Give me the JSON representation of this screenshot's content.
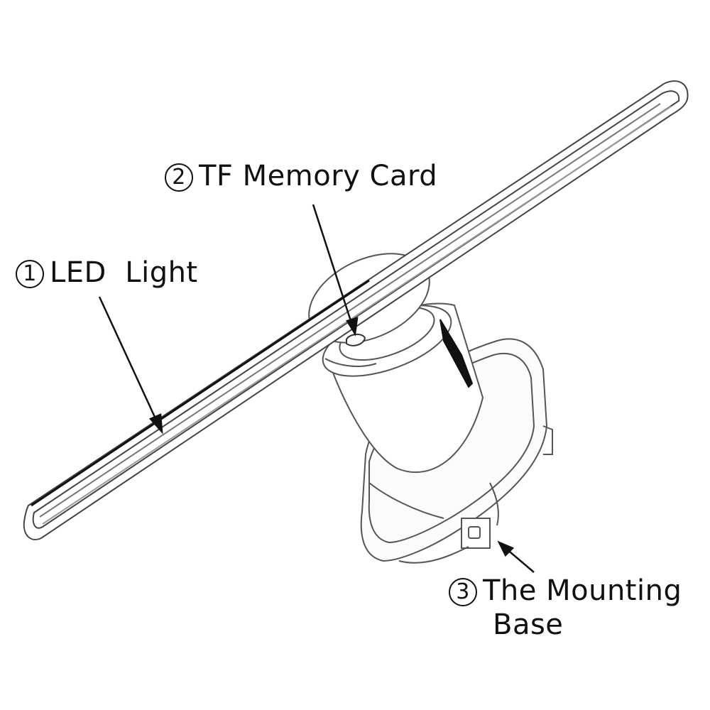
{
  "callouts": [
    {
      "number": "1",
      "label": "LED  Light"
    },
    {
      "number": "2",
      "label": "TF Memory Card"
    },
    {
      "number": "3",
      "label_line1": "The Mounting",
      "label_line2": "Base"
    }
  ],
  "colors": {
    "ink": "#111111",
    "outline": "#555555",
    "background": "#ffffff"
  }
}
